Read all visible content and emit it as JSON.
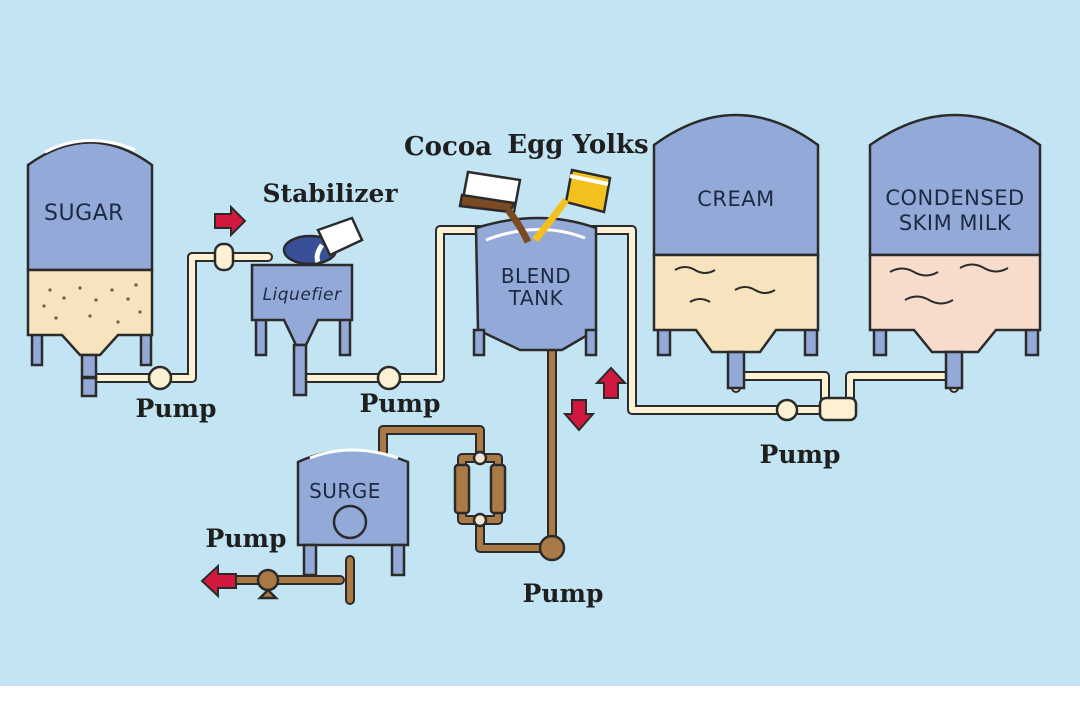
{
  "labels": {
    "sugar": "SUGAR",
    "stabilizer": "Stabilizer",
    "liquefier": "Liquefier",
    "cocoa": "Cocoa",
    "egg_yolks": "Egg Yolks",
    "blend_tank_line1": "BLEND",
    "blend_tank_line2": "TANK",
    "cream": "CREAM",
    "condensed_line1": "CONDENSED",
    "condensed_line2": "SKIM MILK",
    "surge": "SURGE",
    "pump": "Pump"
  },
  "colors": {
    "background": "#c3e5f3",
    "tank_blue": "#93a9d8",
    "liquid_cream": "#f7e3be",
    "pipe_cream": "#fcf1d2",
    "pipe_brown": "#a97a46",
    "arrow_red": "#d3183f",
    "outline": "#2b2b2b"
  }
}
